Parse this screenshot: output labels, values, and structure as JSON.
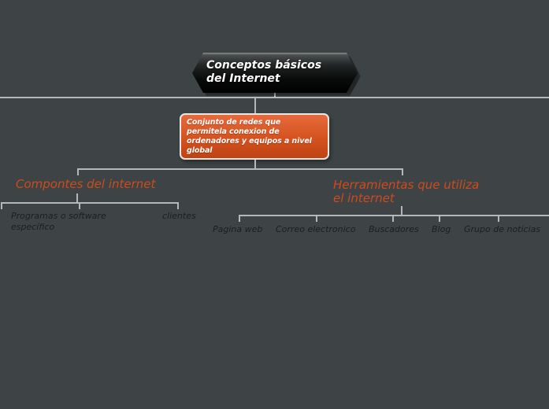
{
  "colors": {
    "background": "#3e4445",
    "connector": "#b3b8b8",
    "branch_title_text": "#cf4a1c",
    "child_topic_text": "#1b1e1f",
    "main_node_fill": "#000000",
    "main_node_text": "#ffffff",
    "definition_box_top": "#e66a3c",
    "definition_box_bottom": "#bf4314",
    "definition_box_border": "#eae8e2",
    "definition_text": "#ffffff"
  },
  "main_topic": {
    "label": "Conceptos básicos\ndel Internet"
  },
  "definition": {
    "label": "Conjunto de redes que\npermitela conexion de\nordenadores y equipos a nivel\nglobal"
  },
  "branches": [
    {
      "title": "Compontes del internet",
      "children": [
        {
          "label": "Programas o software\nespecífico"
        },
        {
          "label": "clientes"
        }
      ]
    },
    {
      "title": "Herramientas que utiliza\nel internet",
      "children": [
        {
          "label": "Pagina web"
        },
        {
          "label": "Correo electronico"
        },
        {
          "label": "Buscadores"
        },
        {
          "label": "Blog"
        },
        {
          "label": "Grupo de noticias"
        }
      ]
    }
  ]
}
